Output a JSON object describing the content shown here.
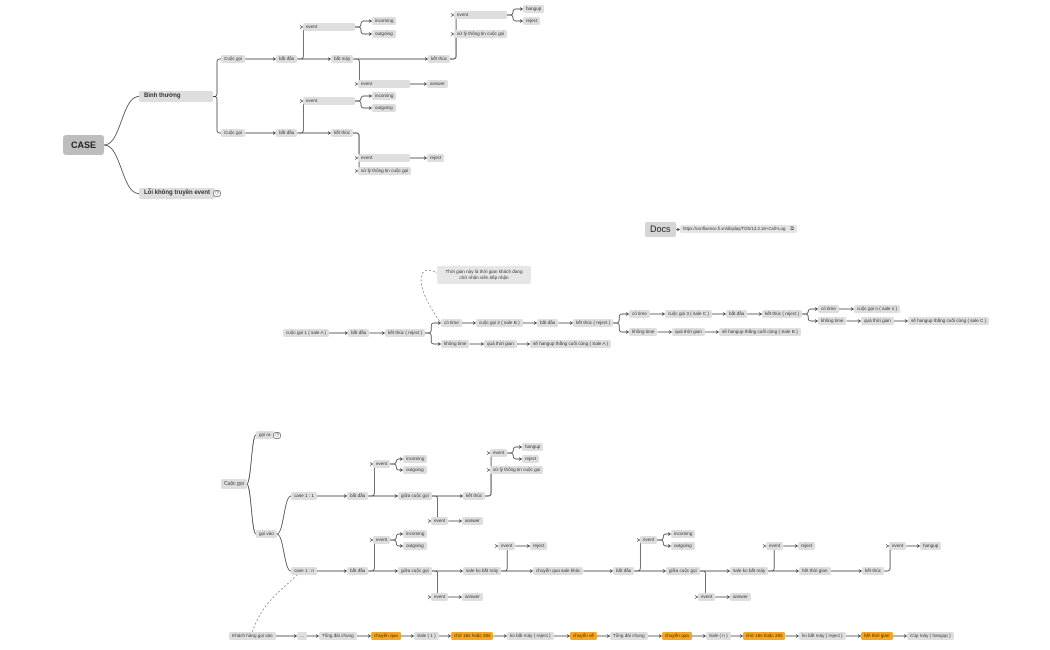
{
  "colors": {
    "node_bg": "#dedede",
    "highlight": "#f5a623",
    "line": "#333333"
  },
  "case_map": {
    "root": "CASE",
    "normal": "Bình thường",
    "error": "Lỗi không truyền event",
    "call": "Cuộc gọi",
    "start": "bắt đầu",
    "event": "event",
    "incoming": "incoming",
    "outgoing": "outgoing",
    "pickup": "bắt máy",
    "end": "kết thúc",
    "hangup": "hangup",
    "reject": "reject",
    "process": "xử lý thông tin cuộc gọi",
    "answer": "answer"
  },
  "docs": {
    "label": "Docs",
    "url": "https://confluence.fi.vn/display/TOS/13.2.18+Call+Log"
  },
  "timeout_flow": {
    "note": "Thời gian này là thời gian khách đang chờ nhân viên tiếp nhận",
    "call1": "cuộc gọi 1 ( sale A )",
    "call2": "cuộc gọi 2 ( sale B )",
    "call3": "cuộc gọi 3 ( sale C )",
    "calln": "cuộc gọi n ( sale n )",
    "start": "bắt đầu",
    "end_reject": "kết thúc ( reject )",
    "has_time": "có time",
    "no_time": "không time",
    "overtime": "quá thời gian",
    "hangup_a": "sẽ hangup thằng cuối cùng ( Sale A )",
    "hangup_b": "sẽ hangup thằng cuối cùng ( Sale B )",
    "hangup_c": "sẽ hangup thằng cuối cùng ( sale C )"
  },
  "cases_flow": {
    "call": "Cuộc gọi",
    "outbound": "gọi ra",
    "inbound": "gọi vào",
    "case1": "case 1 : 1",
    "casen": "case 1 : n",
    "start": "bắt đầu",
    "during": "giữa cuộc gọi",
    "end": "kết thúc",
    "event": "event",
    "incoming": "incoming",
    "outgoing": "outgoing",
    "hangup": "hangup",
    "reject": "reject",
    "process": "xử lý thông tin cuộc gọi",
    "answer": "answer",
    "sale_no_pickup": "sale ko bắt máy",
    "transfer": "chuyển qua sale khác",
    "timeout": "hết thời gian"
  },
  "timeline": {
    "steps": [
      {
        "label": "Khách hàng gọi vào",
        "hl": false
      },
      {
        "label": "...",
        "hl": false
      },
      {
        "label": "Tổng đài chung",
        "hl": false
      },
      {
        "label": "chuyển qua",
        "hl": true
      },
      {
        "label": "Sale ( 1 )",
        "hl": false
      },
      {
        "label": "chờ 15s hoặc 20s",
        "hl": true
      },
      {
        "label": "ko bắt máy ( reject )",
        "hl": false
      },
      {
        "label": "chuyển về",
        "hl": true
      },
      {
        "label": "Tổng đài chung",
        "hl": false
      },
      {
        "label": "chuyển qua",
        "hl": true
      },
      {
        "label": "Sale ( n )",
        "hl": false
      },
      {
        "label": "chờ 15s hoặc 20s",
        "hl": true
      },
      {
        "label": "ko bắt máy ( reject )",
        "hl": false
      },
      {
        "label": "hết thời gian",
        "hl": true
      },
      {
        "label": "Cúp máy ( hangup )",
        "hl": false
      }
    ]
  }
}
